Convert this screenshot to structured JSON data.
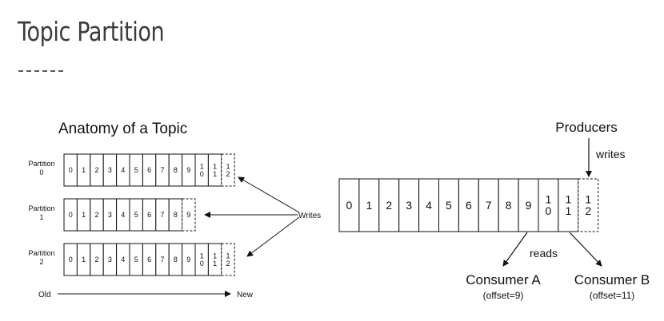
{
  "slide": {
    "title": "Topic Partition"
  },
  "anatomy": {
    "heading": "Anatomy of a Topic",
    "partitions": [
      {
        "label": [
          "Partition",
          "0"
        ],
        "cells": [
          "0",
          "1",
          "2",
          "3",
          "4",
          "5",
          "6",
          "7",
          "8",
          "9",
          "1|0",
          "1|1"
        ],
        "next": "1|2"
      },
      {
        "label": [
          "Partition",
          "1"
        ],
        "cells": [
          "0",
          "1",
          "2",
          "3",
          "4",
          "5",
          "6",
          "7",
          "8"
        ],
        "next": "9"
      },
      {
        "label": [
          "Partition",
          "2"
        ],
        "cells": [
          "0",
          "1",
          "2",
          "3",
          "4",
          "5",
          "6",
          "7",
          "8",
          "9",
          "1|0",
          "1|1"
        ],
        "next": "1|2"
      }
    ],
    "writes_label": "Writes",
    "old_label": "Old",
    "new_label": "New"
  },
  "log": {
    "producers_label": "Producers",
    "writes_label": "writes",
    "cells": [
      "0",
      "1",
      "2",
      "3",
      "4",
      "5",
      "6",
      "7",
      "8",
      "9",
      "1|0",
      "1|1"
    ],
    "next": "1|2",
    "reads_label": "reads",
    "consumers": [
      {
        "name": "Consumer A",
        "offset": "(offset=9)"
      },
      {
        "name": "Consumer B",
        "offset": "(offset=11)"
      }
    ]
  }
}
